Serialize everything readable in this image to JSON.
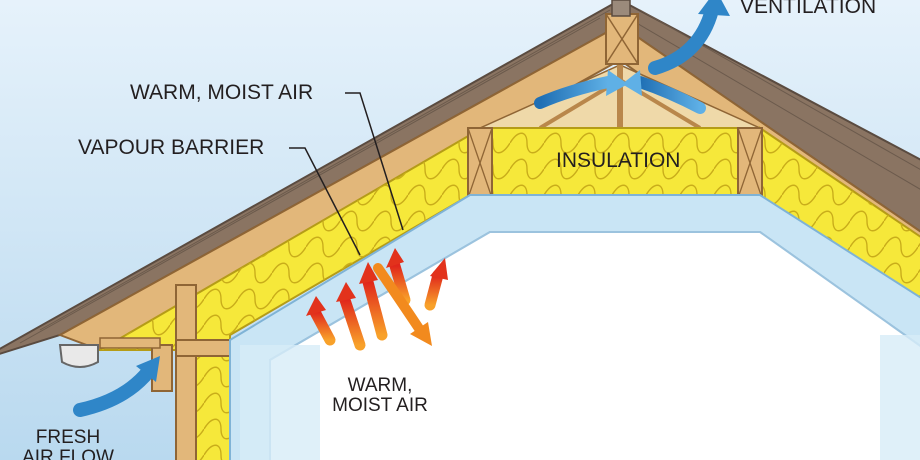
{
  "labels": {
    "ventilation": "VENTILATION",
    "warm_moist_air_top": "WARM, MOIST AIR",
    "vapour_barrier": "VAPOUR BARRIER",
    "insulation": "INSULATION",
    "warm_moist_air_inside_1": "WARM,",
    "warm_moist_air_inside_2": "MOIST AIR",
    "fresh_air_flow_1": "FRESH",
    "fresh_air_flow_2": "AIR FLOW"
  },
  "colors": {
    "sky": "#cfe6f6",
    "shingles": "#8a7462",
    "wood": "#e2b77a",
    "wood_dark": "#b9874b",
    "insulation": "#f6e83a",
    "vapour_barrier": "#c9e5f5",
    "interior": "#ffffff",
    "air_blue": "#2f86c8",
    "air_warm": "#f28a1e",
    "air_hot": "#e2321c"
  }
}
